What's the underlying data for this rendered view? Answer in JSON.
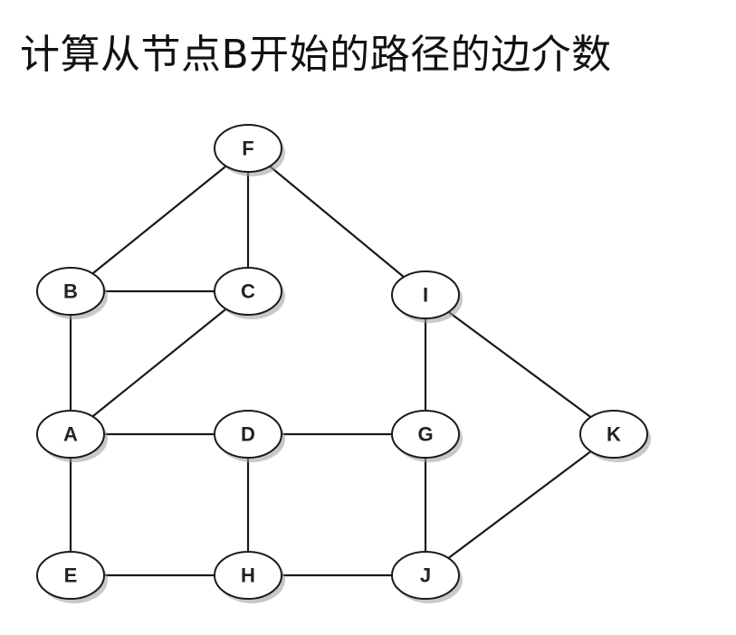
{
  "title": "计算从节点B开始的路径的边介数",
  "graph": {
    "nodes": [
      {
        "id": "F",
        "label": "F"
      },
      {
        "id": "B",
        "label": "B"
      },
      {
        "id": "C",
        "label": "C"
      },
      {
        "id": "I",
        "label": "I"
      },
      {
        "id": "A",
        "label": "A"
      },
      {
        "id": "D",
        "label": "D"
      },
      {
        "id": "G",
        "label": "G"
      },
      {
        "id": "K",
        "label": "K"
      },
      {
        "id": "E",
        "label": "E"
      },
      {
        "id": "H",
        "label": "H"
      },
      {
        "id": "J",
        "label": "J"
      }
    ],
    "edges": [
      [
        "F",
        "B"
      ],
      [
        "F",
        "C"
      ],
      [
        "F",
        "I"
      ],
      [
        "B",
        "C"
      ],
      [
        "B",
        "A"
      ],
      [
        "C",
        "A"
      ],
      [
        "I",
        "G"
      ],
      [
        "I",
        "K"
      ],
      [
        "A",
        "D"
      ],
      [
        "D",
        "G"
      ],
      [
        "A",
        "E"
      ],
      [
        "D",
        "H"
      ],
      [
        "G",
        "J"
      ],
      [
        "E",
        "H"
      ],
      [
        "H",
        "J"
      ],
      [
        "J",
        "K"
      ]
    ]
  }
}
